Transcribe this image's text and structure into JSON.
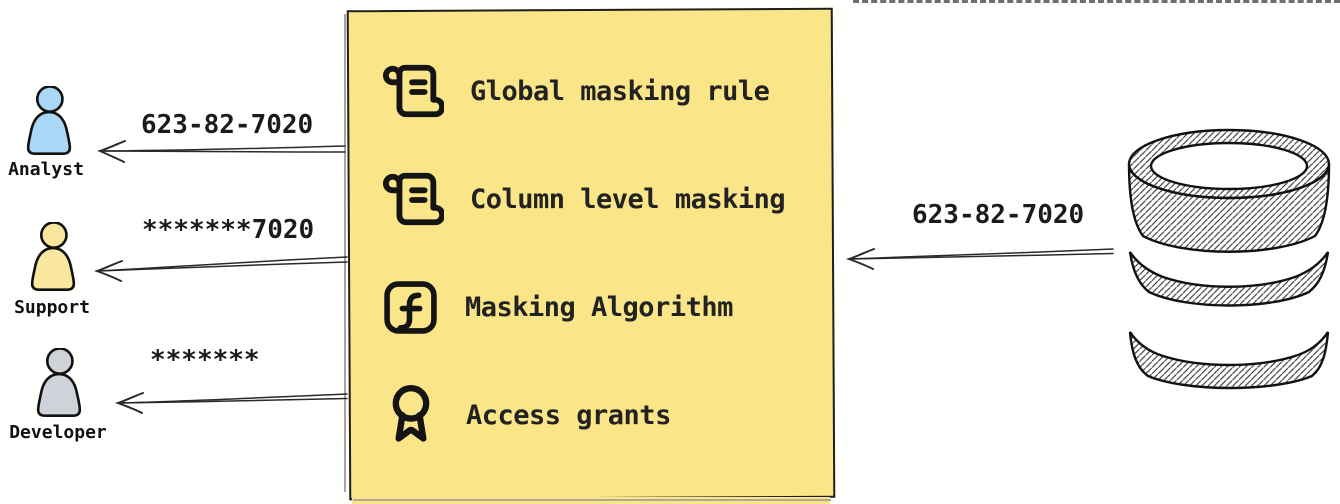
{
  "diagram": {
    "type": "data-masking-flow"
  },
  "actors": [
    {
      "label": "Analyst",
      "fill": "#a9d7f5",
      "received_value": "623-82-7020"
    },
    {
      "label": "Support",
      "fill": "#f8e79c",
      "received_value": "*******7020"
    },
    {
      "label": "Developer",
      "fill": "#cdd3d9",
      "received_value": "*******"
    }
  ],
  "masking_box": {
    "fill": "#fae588",
    "border": "#1f1f1f",
    "items": [
      {
        "icon": "scroll-text-icon",
        "label": "Global masking rule"
      },
      {
        "icon": "scroll-text-icon",
        "label": "Column level masking"
      },
      {
        "icon": "function-square-icon",
        "label": "Masking Algorithm"
      },
      {
        "icon": "award-icon",
        "label": "Access grants"
      }
    ]
  },
  "database": {
    "icon": "database-icon",
    "sent_value": "623-82-7020"
  }
}
